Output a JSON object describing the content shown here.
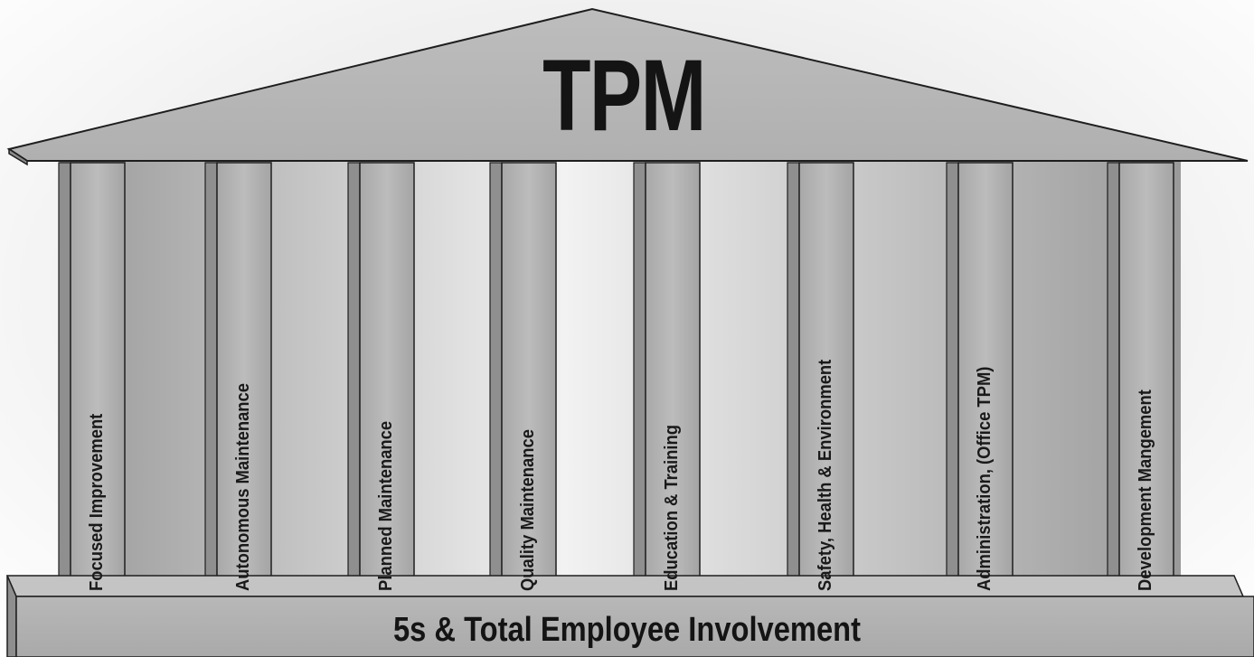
{
  "roof": {
    "title": "TPM"
  },
  "base": {
    "title": "5s & Total Employee Involvement"
  },
  "pillars": [
    {
      "label": "Focused Improvement"
    },
    {
      "label": "Autonomous Maintenance"
    },
    {
      "label": "Planned Maintenance"
    },
    {
      "label": "Quality Maintenance"
    },
    {
      "label": "Education & Training"
    },
    {
      "label": "Safety, Health & Environment"
    },
    {
      "label": "Administration, (Office TPM)"
    },
    {
      "label": "Development Mangement"
    }
  ],
  "colors": {
    "face": "#b4b4b4",
    "shade": "#8c8c8c",
    "outline": "#1e1e1e",
    "text": "#141414"
  }
}
